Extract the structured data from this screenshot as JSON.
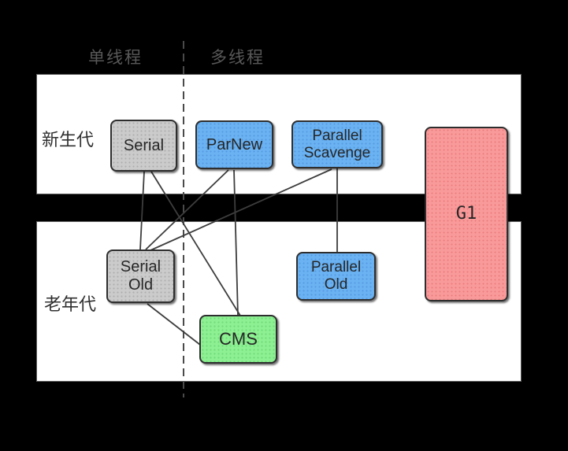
{
  "lanes": {
    "single_thread": "单线程",
    "multi_thread": "多线程"
  },
  "generations": {
    "young": "新生代",
    "old": "老年代"
  },
  "collectors": [
    {
      "id": "serial",
      "label": "Serial",
      "fill": "#cbcbcb",
      "generation": "young"
    },
    {
      "id": "parnew",
      "label": "ParNew",
      "fill": "#6ab2f2",
      "generation": "young"
    },
    {
      "id": "parallel-scavenge",
      "label": "Parallel Scavenge",
      "fill": "#6ab2f2",
      "generation": "young"
    },
    {
      "id": "serial-old",
      "label": "Serial Old",
      "fill": "#cbcbcb",
      "generation": "old"
    },
    {
      "id": "parallel-old",
      "label": "Parallel Old",
      "fill": "#6ab2f2",
      "generation": "old"
    },
    {
      "id": "cms",
      "label": "CMS",
      "fill": "#8df092",
      "generation": "old"
    },
    {
      "id": "g1",
      "label": "G1",
      "fill": "#f99a9a",
      "generation": "both"
    }
  ],
  "edges": [
    {
      "from": "serial",
      "to": "serial-old"
    },
    {
      "from": "serial",
      "to": "cms"
    },
    {
      "from": "parnew",
      "to": "serial-old"
    },
    {
      "from": "parnew",
      "to": "cms"
    },
    {
      "from": "parallel-scavenge",
      "to": "serial-old"
    },
    {
      "from": "parallel-scavenge",
      "to": "parallel-old"
    },
    {
      "from": "serial-old",
      "to": "cms"
    }
  ],
  "colors": {
    "background": "#000000",
    "panel": "#ffffff",
    "edge_line": "#3d3d3d",
    "lane_label_text": "#585858",
    "generation_label_text": "#303030"
  }
}
